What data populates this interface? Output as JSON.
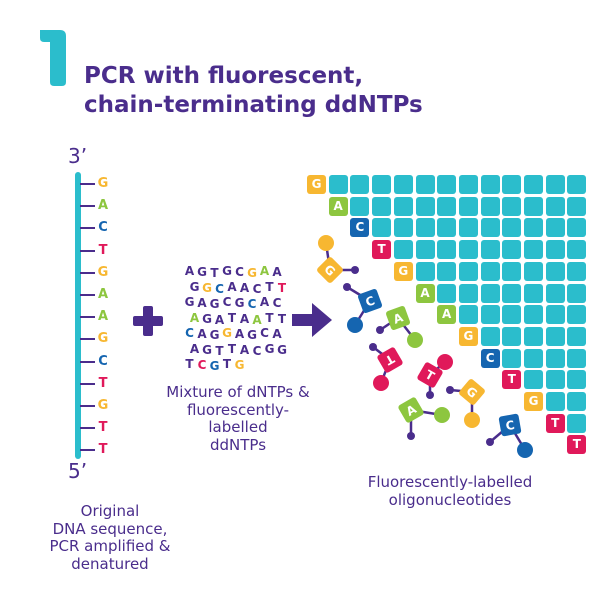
{
  "step_number": "1",
  "title": {
    "line1": "PCR with fluorescent,",
    "line2": "chain-terminating ddNTPs"
  },
  "colors": {
    "purple": "#4a2d8c",
    "teal": "#2bbdcc",
    "G": "#f7b731",
    "A": "#8dc63f",
    "C": "#1565b0",
    "T": "#e0195a"
  },
  "strand": {
    "top_label": "3’",
    "bottom_label": "5’",
    "bases": [
      "G",
      "A",
      "C",
      "T",
      "G",
      "A",
      "A",
      "G",
      "C",
      "T",
      "G",
      "T",
      "T"
    ],
    "caption": [
      "Original",
      "DNA sequence,",
      "PCR amplified &",
      "denatured"
    ]
  },
  "mixture": {
    "letters": [
      "A",
      "G",
      "T",
      "G",
      "C",
      "G",
      "A",
      "A",
      "G",
      "G",
      "C",
      "A",
      "A",
      "C",
      "T",
      "T",
      "G",
      "A",
      "G",
      "C",
      "G",
      "C",
      "A",
      "C",
      "A",
      "G",
      "A",
      "T",
      "A",
      "A",
      "T",
      "T",
      "C",
      "A",
      "G",
      "G",
      "A",
      "G",
      "C",
      "A",
      "A",
      "G",
      "T",
      "T",
      "A",
      "C",
      "G",
      "G",
      "T",
      "C",
      "G",
      "T",
      "G"
    ],
    "caption": [
      "Mixture of dNTPs &",
      "fluorescently- labelled",
      "ddNTPs"
    ]
  },
  "oligos": {
    "caption": [
      "Fluorescently-labelled",
      "oligonucleotides"
    ],
    "free_nucleotides": [
      "G",
      "C",
      "A",
      "T",
      "T",
      "G",
      "A",
      "C"
    ]
  }
}
